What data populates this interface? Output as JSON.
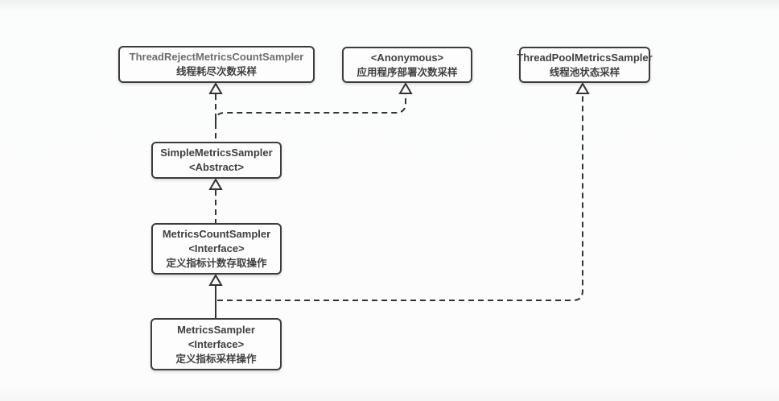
{
  "diagram": {
    "type": "uml-class-diagram",
    "background_color": "#fcfcfc",
    "line_color": "#333333",
    "node_border_color": "#3c3c3c",
    "node_fill_color": "#fdfdfd",
    "nodes": {
      "thread_reject": {
        "lines": [
          "ThreadRejectMetricsCountSampler",
          "线程耗尽次数采样"
        ]
      },
      "anonymous": {
        "lines": [
          "<Anonymous>",
          "应用程序部署次数采样"
        ]
      },
      "thread_pool": {
        "lines": [
          "ThreadPoolMetricsSampler",
          "线程池状态采样"
        ]
      },
      "simple": {
        "lines": [
          "SimpleMetricsSampler",
          "<Abstract>"
        ]
      },
      "metrics_count": {
        "lines": [
          "MetricsCountSampler",
          "<Interface>",
          "定义指标计数存取操作"
        ]
      },
      "metrics": {
        "lines": [
          "MetricsSampler",
          "<Interface>",
          "定义指标采样操作"
        ]
      }
    },
    "edges": [
      {
        "from": "SimpleMetricsSampler",
        "to": "ThreadRejectMetricsCountSampler",
        "style": "dashed",
        "arrow": "hollow-triangle"
      },
      {
        "from": "SimpleMetricsSampler",
        "to": "<Anonymous>",
        "style": "dashed",
        "arrow": "hollow-triangle"
      },
      {
        "from": "MetricsCountSampler",
        "to": "SimpleMetricsSampler",
        "style": "dashed",
        "arrow": "hollow-triangle"
      },
      {
        "from": "MetricsSampler",
        "to": "MetricsCountSampler",
        "style": "solid",
        "arrow": "hollow-triangle"
      },
      {
        "from": "MetricsSampler",
        "to": "ThreadPoolMetricsSampler",
        "style": "dashed",
        "arrow": "hollow-triangle"
      }
    ]
  }
}
